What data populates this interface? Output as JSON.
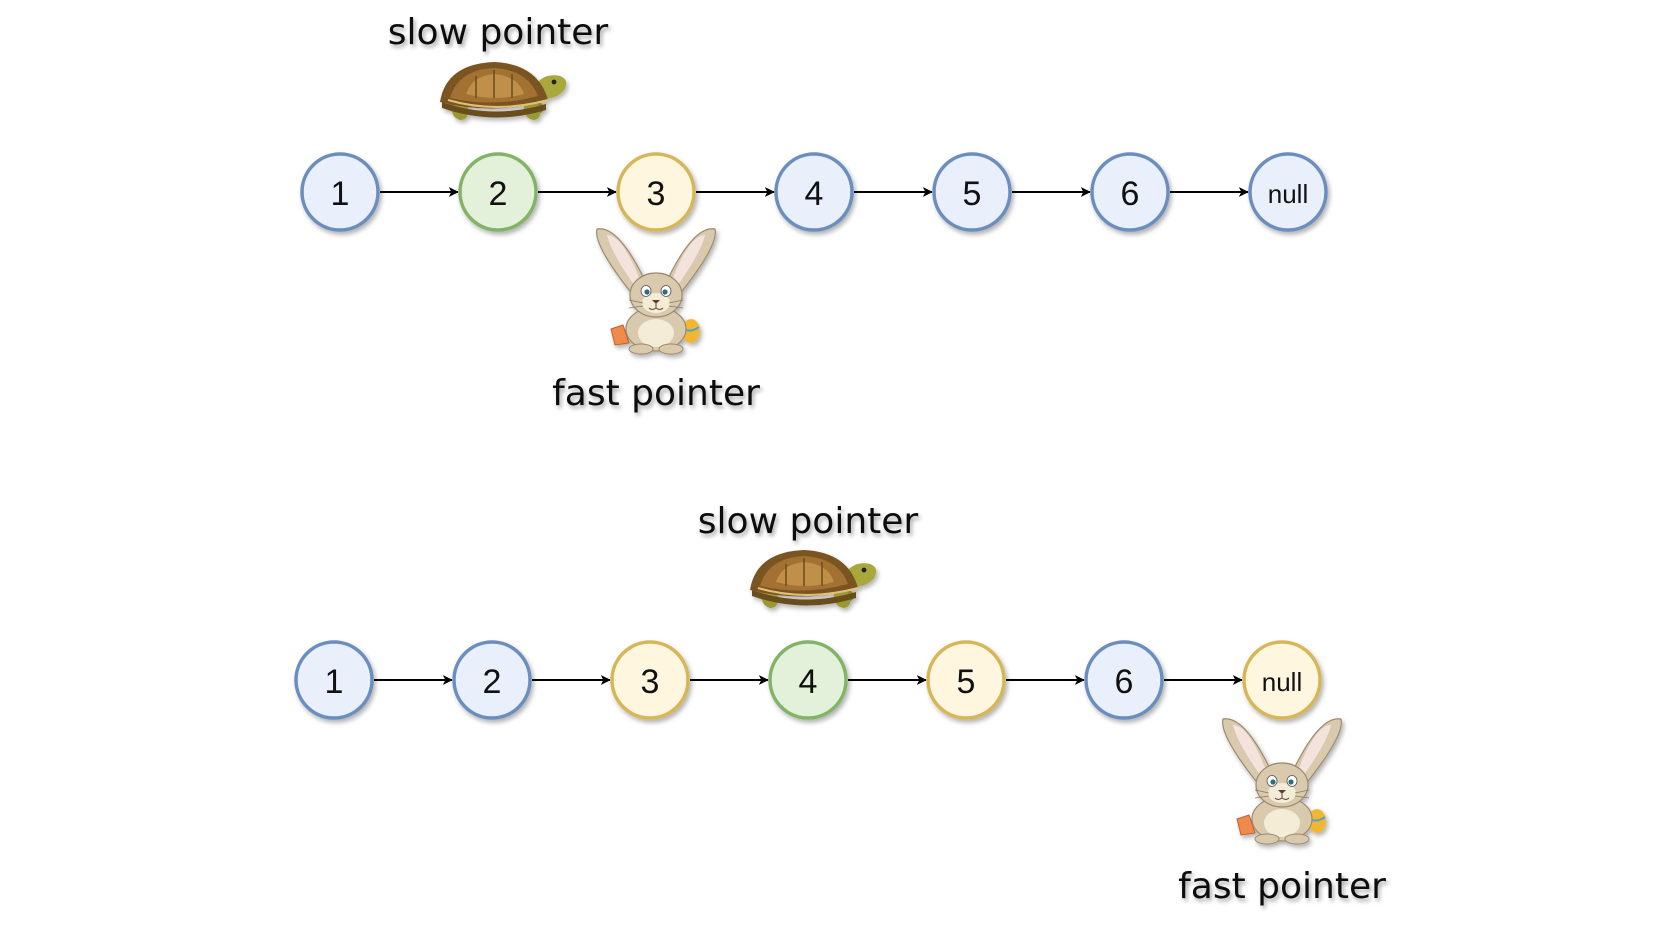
{
  "colors": {
    "blue": {
      "fill": "#e9f0fb",
      "stroke": "#6c8ebf"
    },
    "green": {
      "fill": "#e3f0da",
      "stroke": "#82b366"
    },
    "yellow": {
      "fill": "#fff6e0",
      "stroke": "#d6b656"
    },
    "arrow": "#000000"
  },
  "diagrams": [
    {
      "nodes": [
        {
          "label": "1",
          "color": "blue"
        },
        {
          "label": "2",
          "color": "green"
        },
        {
          "label": "3",
          "color": "yellow"
        },
        {
          "label": "4",
          "color": "blue"
        },
        {
          "label": "5",
          "color": "blue"
        },
        {
          "label": "6",
          "color": "blue"
        },
        {
          "label": "null",
          "color": "blue"
        }
      ],
      "slow": {
        "label": "slow pointer",
        "node_index": 1,
        "icon": "turtle-icon"
      },
      "fast": {
        "label": "fast pointer",
        "node_index": 2,
        "icon": "rabbit-icon"
      }
    },
    {
      "nodes": [
        {
          "label": "1",
          "color": "blue"
        },
        {
          "label": "2",
          "color": "blue"
        },
        {
          "label": "3",
          "color": "yellow"
        },
        {
          "label": "4",
          "color": "green"
        },
        {
          "label": "5",
          "color": "yellow"
        },
        {
          "label": "6",
          "color": "blue"
        },
        {
          "label": "null",
          "color": "yellow"
        }
      ],
      "slow": {
        "label": "slow pointer",
        "node_index": 3,
        "icon": "turtle-icon"
      },
      "fast": {
        "label": "fast pointer",
        "node_index": 6,
        "icon": "rabbit-icon"
      }
    }
  ]
}
